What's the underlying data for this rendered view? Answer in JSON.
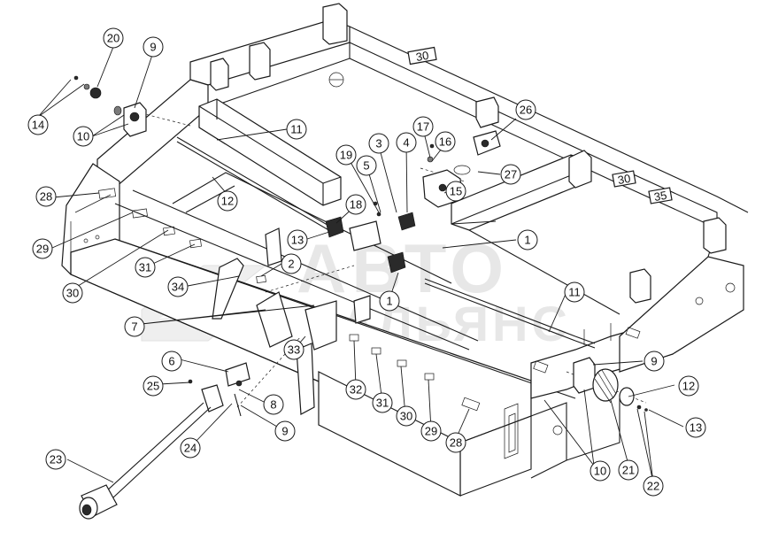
{
  "watermark": {
    "line1": "АВТО",
    "line2": "АЛЬЯНС",
    "line2_display": "ΛЛЬЯНС"
  },
  "callouts": [
    {
      "id": "c14",
      "label": "14"
    },
    {
      "id": "c20",
      "label": "20"
    },
    {
      "id": "c9a",
      "label": "9"
    },
    {
      "id": "c10a",
      "label": "10"
    },
    {
      "id": "c30a",
      "label": "30"
    },
    {
      "id": "c11a",
      "label": "11"
    },
    {
      "id": "c26",
      "label": "26"
    },
    {
      "id": "c17",
      "label": "17"
    },
    {
      "id": "c16",
      "label": "16"
    },
    {
      "id": "c3",
      "label": "3"
    },
    {
      "id": "c4",
      "label": "4"
    },
    {
      "id": "c19",
      "label": "19"
    },
    {
      "id": "c5",
      "label": "5"
    },
    {
      "id": "c27",
      "label": "27"
    },
    {
      "id": "c15",
      "label": "15"
    },
    {
      "id": "c30b",
      "label": "30"
    },
    {
      "id": "c35",
      "label": "35"
    },
    {
      "id": "c28a",
      "label": "28"
    },
    {
      "id": "c12a",
      "label": "12"
    },
    {
      "id": "c18",
      "label": "18"
    },
    {
      "id": "c29a",
      "label": "29"
    },
    {
      "id": "c13a",
      "label": "13"
    },
    {
      "id": "c1a",
      "label": "1"
    },
    {
      "id": "c31a",
      "label": "31"
    },
    {
      "id": "c30c",
      "label": "30"
    },
    {
      "id": "c2",
      "label": "2"
    },
    {
      "id": "c34",
      "label": "34"
    },
    {
      "id": "c1b",
      "label": "1"
    },
    {
      "id": "c11b",
      "label": "11"
    },
    {
      "id": "c7",
      "label": "7"
    },
    {
      "id": "c33",
      "label": "33"
    },
    {
      "id": "c6",
      "label": "6"
    },
    {
      "id": "c9b",
      "label": "9"
    },
    {
      "id": "c25",
      "label": "25"
    },
    {
      "id": "c32",
      "label": "32"
    },
    {
      "id": "c31b",
      "label": "31"
    },
    {
      "id": "c30d",
      "label": "30"
    },
    {
      "id": "c29b",
      "label": "29"
    },
    {
      "id": "c28b",
      "label": "28"
    },
    {
      "id": "c12b",
      "label": "12"
    },
    {
      "id": "c8",
      "label": "8"
    },
    {
      "id": "c9c",
      "label": "9"
    },
    {
      "id": "c24",
      "label": "24"
    },
    {
      "id": "c13b",
      "label": "13"
    },
    {
      "id": "c23",
      "label": "23"
    },
    {
      "id": "c10b",
      "label": "10"
    },
    {
      "id": "c21",
      "label": "21"
    },
    {
      "id": "c22",
      "label": "22"
    }
  ],
  "label_boxes": [
    {
      "id": "lb30a",
      "label": "30"
    },
    {
      "id": "lb30b",
      "label": "30"
    },
    {
      "id": "lb35",
      "label": "35"
    }
  ]
}
